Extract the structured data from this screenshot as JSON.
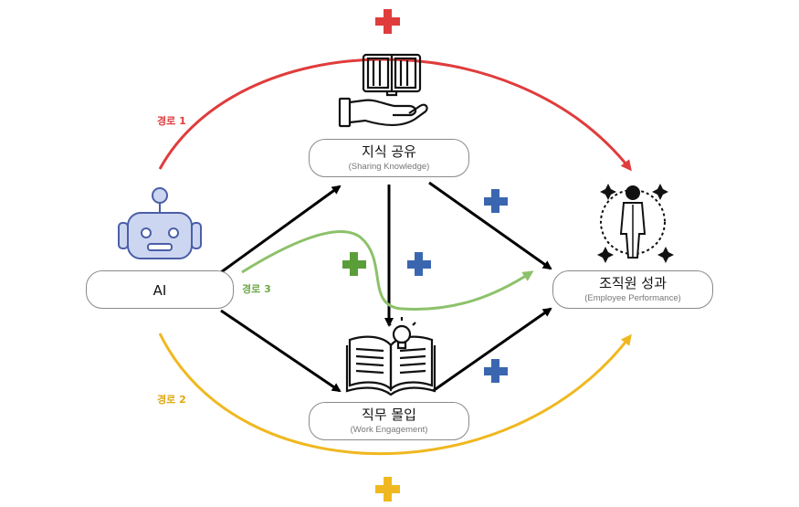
{
  "nodes": {
    "ai": {
      "title": "AI"
    },
    "sharing": {
      "title": "지식 공유",
      "subtitle": "(Sharing Knowledge)"
    },
    "engagement": {
      "title": "직무 몰입",
      "subtitle": "(Work Engagement)"
    },
    "performance": {
      "title": "조직원 성과",
      "subtitle": "(Employee Performance)"
    }
  },
  "paths": {
    "path1": {
      "label": "경로 1",
      "color": "#e03c3c"
    },
    "path2": {
      "label": "경로 2",
      "color": "#f0b820"
    },
    "path3": {
      "label": "경로 3",
      "color": "#8dc16a"
    }
  },
  "colors": {
    "arrow": "#000000",
    "plus_blue": "#3a66b0",
    "plus_red": "#e03c3c",
    "plus_yellow": "#f0b820",
    "plus_green": "#5a9e3a",
    "robot_fill": "#cdd6f0",
    "robot_stroke": "#4a5fa8"
  },
  "icons": [
    "robot-icon",
    "book-hand-icon",
    "book-bulb-icon",
    "person-icon"
  ]
}
